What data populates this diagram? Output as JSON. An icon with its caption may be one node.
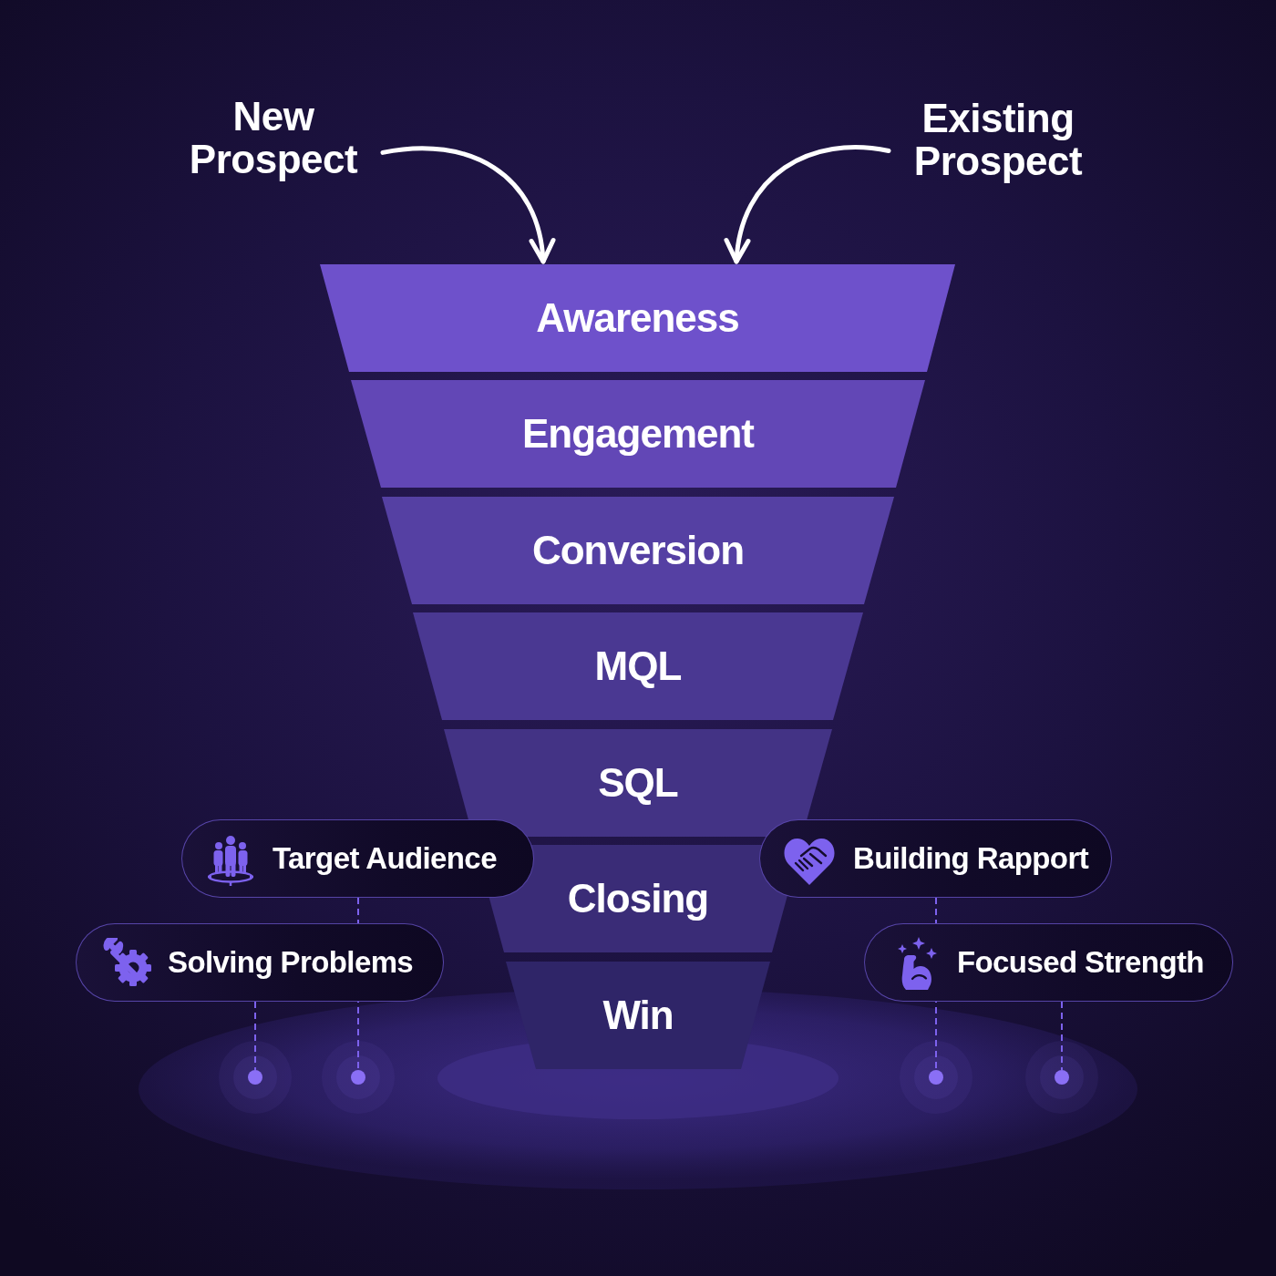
{
  "diagram": {
    "nodes": [
      {
        "text": [
          "New Prospect"
        ]
      },
      {
        "text": [
          "Existing Prospect"
        ]
      },
      {
        "text": [
          "Awareness"
        ]
      },
      {
        "text": [
          "Engagement"
        ]
      },
      {
        "text": [
          "Conversion"
        ]
      },
      {
        "text": [
          "MQL"
        ]
      },
      {
        "text": [
          "SQL"
        ]
      },
      {
        "text": [
          "Closing"
        ]
      },
      {
        "text": [
          "Win"
        ]
      },
      {
        "text": [
          "Target Audience"
        ]
      },
      {
        "text": [
          "Solving Problems"
        ]
      },
      {
        "text": [
          "Building Rapport"
        ]
      },
      {
        "text": [
          "Focused Strength"
        ]
      },
      {
        "text": [],
        "shape": "circle"
      },
      {
        "text": [],
        "shape": "circle"
      },
      {
        "text": [],
        "shape": "circle"
      },
      {
        "text": [],
        "shape": "circle"
      }
    ],
    "edges": [
      {
        "from": 0,
        "to": 2,
        "arrow": "to",
        "style": "thick",
        "color": "#ffffff"
      },
      {
        "from": 1,
        "to": 2,
        "arrow": "to",
        "style": "thick",
        "color": "#ffffff"
      },
      {
        "from": 10,
        "to": 13,
        "arrow": "none",
        "style": "dashed"
      },
      {
        "from": 9,
        "to": 14,
        "arrow": "none",
        "style": "dashed"
      },
      {
        "from": 11,
        "to": 15,
        "arrow": "none",
        "style": "dashed"
      },
      {
        "from": 12,
        "to": 16,
        "arrow": "none",
        "style": "dashed"
      }
    ]
  }
}
